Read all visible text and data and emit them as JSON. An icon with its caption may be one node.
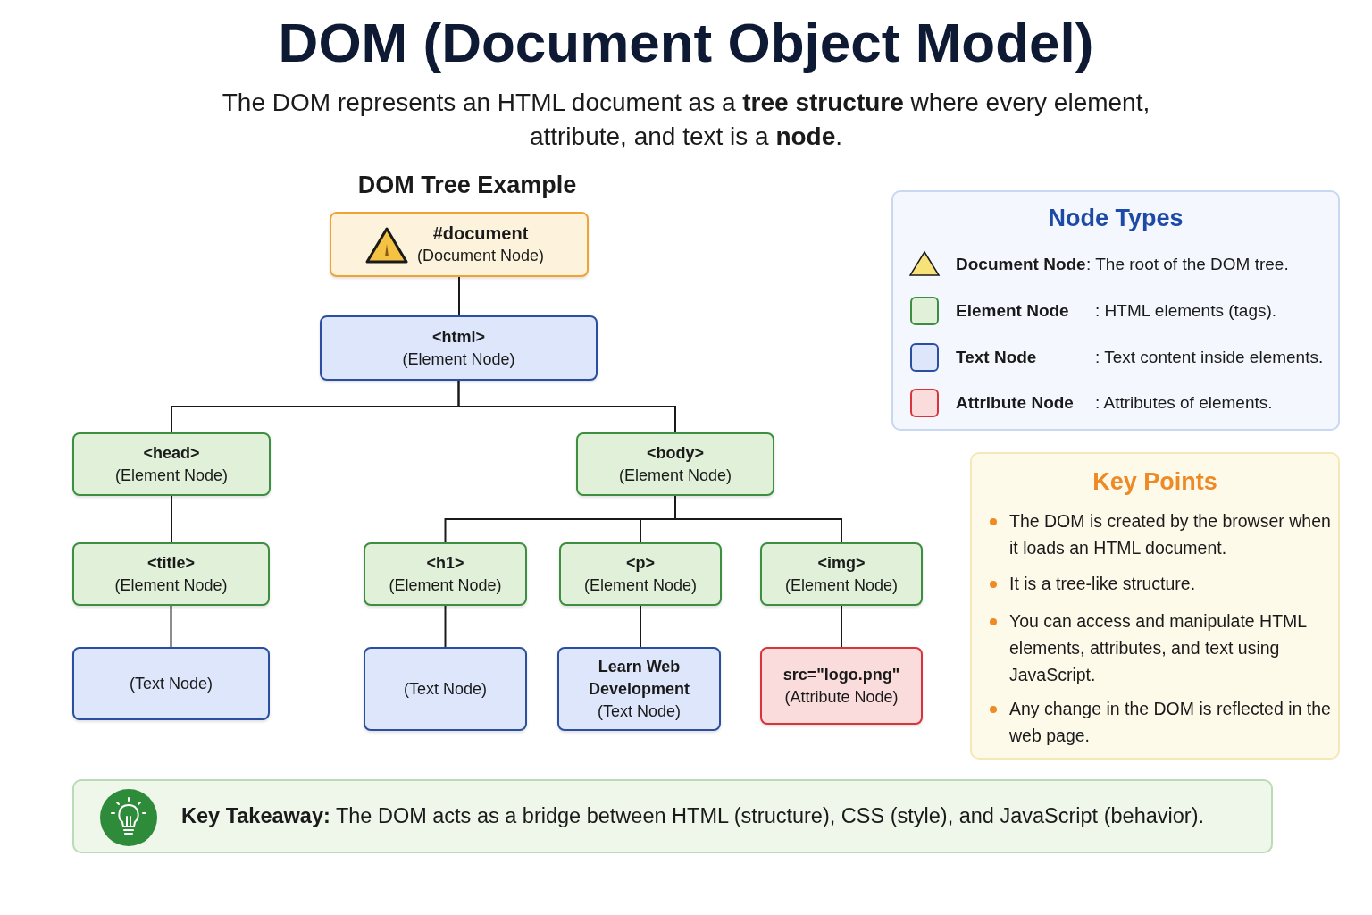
{
  "diagram": {
    "title": "DOM (Document Object Model)",
    "caption": "The DOM represents an HTML document as a **tree structure** where every element, attribute, and text is a **node**.",
    "nodes": [
      {
        "text": [
          "#document",
          "(Document Node)"
        ]
      },
      {
        "text": [
          "<html>",
          "(Element Node)"
        ]
      },
      {
        "text": [
          "<head>",
          "(Element Node)"
        ]
      },
      {
        "text": [
          "<body>",
          "(Element Node)"
        ]
      },
      {
        "text": [
          "<title>",
          "(Element Node)"
        ]
      },
      {
        "text": [
          "<h1>",
          "(Element Node)"
        ]
      },
      {
        "text": [
          "<p>",
          "(Element Node)"
        ]
      },
      {
        "text": [
          "<img>",
          "(Element Node)"
        ]
      },
      {
        "text": [
          "(Text Node)"
        ]
      },
      {
        "text": [
          "(Text Node)"
        ]
      },
      {
        "text": [
          "Learn Web Development",
          "(Text Node)"
        ]
      },
      {
        "text": [
          "src=\"logo.png\"",
          "(Attribute Node)"
        ]
      },
      {
        "text": [
          "Node Types"
        ]
      },
      {
        "text": [
          "Key Points",
          "The DOM is created by the browser when it loads an HTML document.",
          "It is a tree-like structure.",
          "You can access and manipulate HTML elements, attributes, and text using JavaScript.",
          "Any change in the DOM is reflected in the web page."
        ]
      },
      {
        "text": [
          "**Key Takeaway:** The DOM acts as a bridge between HTML (structure), CSS (style), and JavaScript (behavior)."
        ]
      }
    ],
    "edges": [
      {
        "from": 0,
        "to": 1,
        "arrow": "none"
      },
      {
        "from": 1,
        "to": 2,
        "arrow": "none"
      },
      {
        "from": 1,
        "to": 3,
        "arrow": "none"
      },
      {
        "from": 2,
        "to": 4,
        "arrow": "none"
      },
      {
        "from": 3,
        "to": 5,
        "arrow": "none"
      },
      {
        "from": 3,
        "to": 6,
        "arrow": "none"
      },
      {
        "from": 3,
        "to": 7,
        "arrow": "none"
      },
      {
        "from": 4,
        "to": 8,
        "arrow": "none"
      },
      {
        "from": 5,
        "to": 9,
        "arrow": "none"
      },
      {
        "from": 6,
        "to": 10,
        "arrow": "none"
      },
      {
        "from": 7,
        "to": 11,
        "arrow": "none"
      }
    ],
    "labels": [
      "DOM Tree Example",
      ": The root of the DOM tree.",
      ": HTML elements (tags).",
      ": Text content inside elements.",
      ": Attributes of elements."
    ],
    "legend": [
      {
        "text": "Document Node"
      },
      {
        "text": "Element Node",
        "color": "#e0f0d9"
      },
      {
        "text": "Text Node",
        "color": "#dde6fa"
      },
      {
        "text": "Attribute Node",
        "color": "#fbdcdc"
      }
    ]
  }
}
